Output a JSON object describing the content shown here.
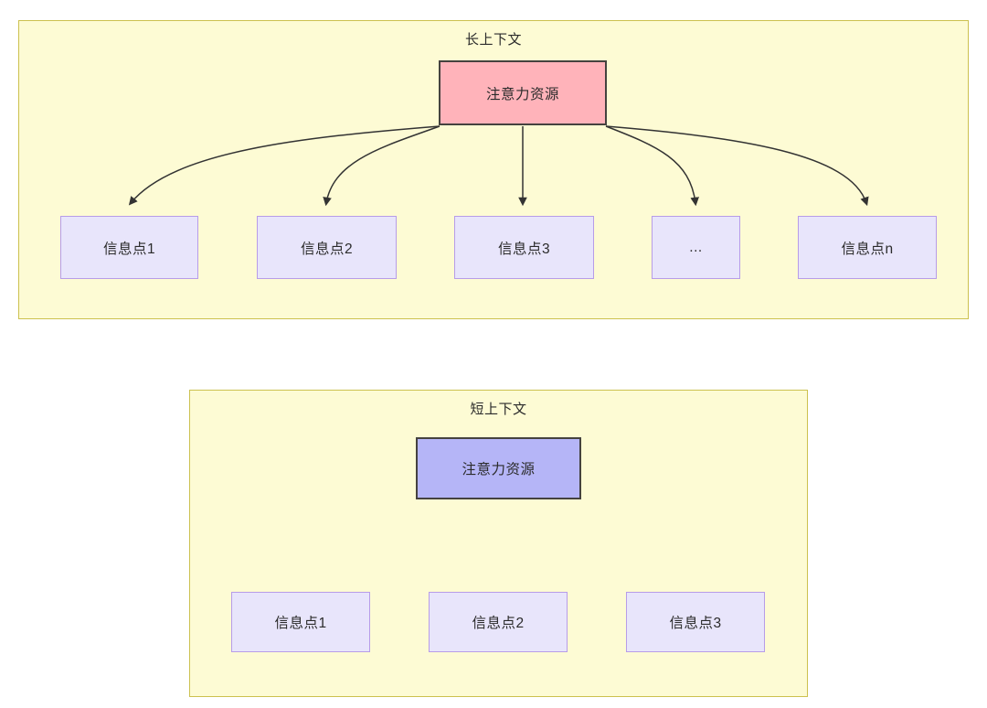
{
  "diagram": {
    "title_semantic": "attention-resource-allocation-long-vs-short-context",
    "colors": {
      "panel_fill": "#fdfbd4",
      "panel_border": "#ccc14f",
      "attention_long_fill": "#ffb3ba",
      "attention_short_fill": "#b5b5f7",
      "node_border_dark": "#45423f",
      "info_fill": "#e8e5fb",
      "info_border": "#b79ce8",
      "edge_stroke": "#333333",
      "text": "#2b2b2b"
    }
  },
  "panels": [
    {
      "id": "long-context",
      "title": "长上下文",
      "root": {
        "label": "注意力资源"
      },
      "children": [
        {
          "label": "信息点1"
        },
        {
          "label": "信息点2"
        },
        {
          "label": "信息点3"
        },
        {
          "label": "..."
        },
        {
          "label": "信息点n"
        }
      ]
    },
    {
      "id": "short-context",
      "title": "短上下文",
      "root": {
        "label": "注意力资源"
      },
      "children": [
        {
          "label": "信息点1"
        },
        {
          "label": "信息点2"
        },
        {
          "label": "信息点3"
        }
      ]
    }
  ]
}
